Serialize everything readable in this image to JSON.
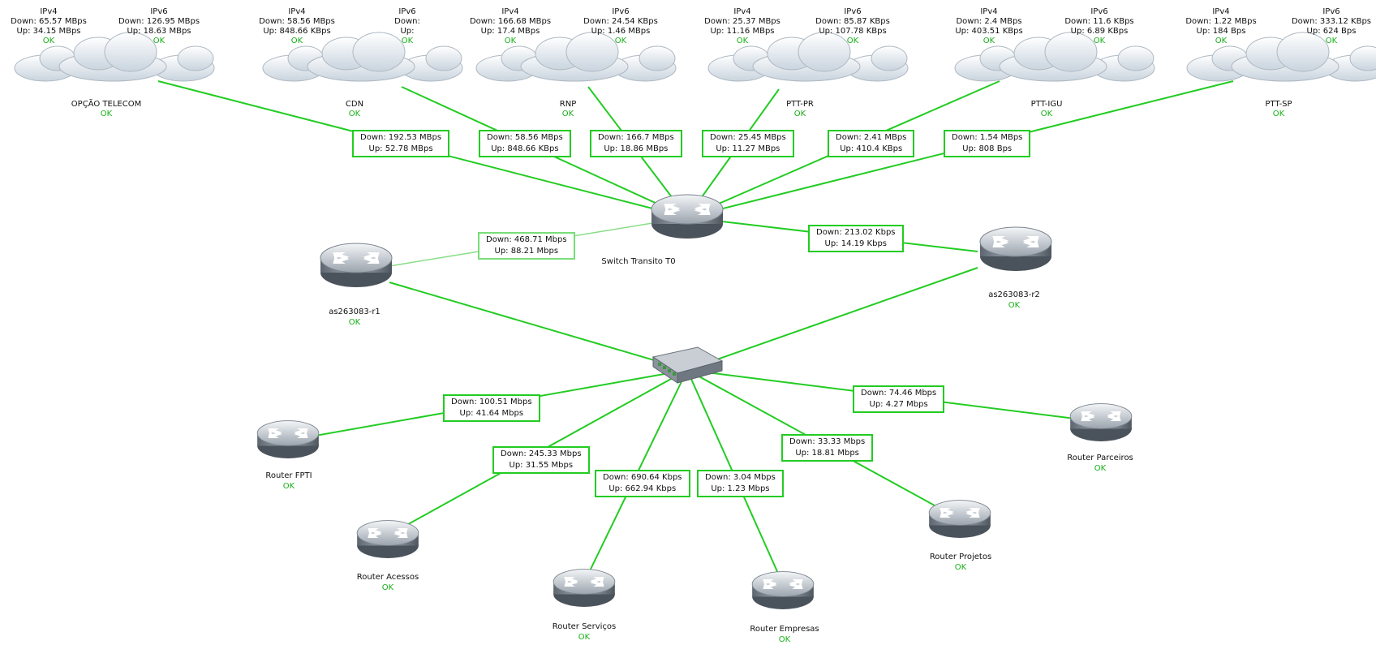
{
  "status_ok": "OK",
  "colors": {
    "link": "#22cc22",
    "link_light": "#88dd88",
    "ok": "#16b016"
  },
  "clouds": [
    {
      "name": "OPÇÃO TELECOM",
      "status": "OK",
      "v4": {
        "label": "IPv4",
        "down": "Down: 65.57 MBps",
        "up": "Up: 34.15 MBps",
        "status": "OK"
      },
      "v6": {
        "label": "IPv6",
        "down": "Down: 126.95 MBps",
        "up": "Up: 18.63 MBps",
        "status": "OK"
      }
    },
    {
      "name": "CDN",
      "status": "OK",
      "v4": {
        "label": "IPv4",
        "down": "Down: 58.56 MBps",
        "up": "Up: 848.66 KBps",
        "status": "OK"
      },
      "v6": {
        "label": "IPv6",
        "down": "Down:",
        "up": "Up:",
        "status": "OK"
      }
    },
    {
      "name": "RNP",
      "status": "OK",
      "v4": {
        "label": "IPv4",
        "down": "Down: 166.68 MBps",
        "up": "Up: 17.4 MBps",
        "status": "OK"
      },
      "v6": {
        "label": "IPv6",
        "down": "Down: 24.54 KBps",
        "up": "Up: 1.46 MBps",
        "status": "OK"
      }
    },
    {
      "name": "PTT-PR",
      "status": "OK",
      "v4": {
        "label": "IPv4",
        "down": "Down: 25.37 MBps",
        "up": "Up: 11.16 MBps",
        "status": "OK"
      },
      "v6": {
        "label": "IPv6",
        "down": "Down: 85.87 KBps",
        "up": "Up: 107.78 KBps",
        "status": "OK"
      }
    },
    {
      "name": "PTT-IGU",
      "status": "OK",
      "v4": {
        "label": "IPv4",
        "down": "Down: 2.4 MBps",
        "up": "Up: 403.51 KBps",
        "status": "OK"
      },
      "v6": {
        "label": "IPv6",
        "down": "Down: 11.6 KBps",
        "up": "Up: 6.89 KBps",
        "status": "OK"
      }
    },
    {
      "name": "PTT-SP",
      "status": "OK",
      "v4": {
        "label": "IPv4",
        "down": "Down: 1.22 MBps",
        "up": "Up: 184 Bps",
        "status": "OK"
      },
      "v6": {
        "label": "IPv6",
        "down": "Down: 333.12 KBps",
        "up": "Up: 624 Bps",
        "status": "OK"
      }
    }
  ],
  "devices": {
    "switch_t0": {
      "name": "Switch Transito T0"
    },
    "r1": {
      "name": "as263083-r1",
      "status": "OK"
    },
    "r2": {
      "name": "as263083-r2",
      "status": "OK"
    },
    "fpti": {
      "name": "Router FPTI",
      "status": "OK"
    },
    "acessos": {
      "name": "Router Acessos",
      "status": "OK"
    },
    "servicos": {
      "name": "Router Serviços",
      "status": "OK"
    },
    "empresas": {
      "name": "Router Empresas",
      "status": "OK"
    },
    "projetos": {
      "name": "Router Projetos",
      "status": "OK"
    },
    "parceiros": {
      "name": "Router Parceiros",
      "status": "OK"
    }
  },
  "links": {
    "opcao": {
      "down": "Down: 192.53 MBps",
      "up": "Up: 52.78 MBps"
    },
    "cdn": {
      "down": "Down: 58.56 MBps",
      "up": "Up: 848.66 KBps"
    },
    "rnp": {
      "down": "Down: 166.7 MBps",
      "up": "Up: 18.86 MBps"
    },
    "pttpr": {
      "down": "Down: 25.45 MBps",
      "up": "Up: 11.27 MBps"
    },
    "pttigu": {
      "down": "Down: 2.41 MBps",
      "up": "Up: 410.4 KBps"
    },
    "pttsp": {
      "down": "Down: 1.54 MBps",
      "up": "Up: 808 Bps"
    },
    "r1": {
      "down": "Down: 468.71 Mbps",
      "up": "Up: 88.21 Mbps"
    },
    "r2": {
      "down": "Down: 213.02 Kbps",
      "up": "Up: 14.19 Kbps"
    },
    "fpti": {
      "down": "Down: 100.51 Mbps",
      "up": "Up: 41.64 Mbps"
    },
    "acessos": {
      "down": "Down: 245.33 Mbps",
      "up": "Up: 31.55 Mbps"
    },
    "servicos": {
      "down": "Down: 690.64 Kbps",
      "up": "Up: 662.94 Kbps"
    },
    "empresas": {
      "down": "Down: 3.04 Mbps",
      "up": "Up: 1.23 Mbps"
    },
    "projetos": {
      "down": "Down: 33.33 Mbps",
      "up": "Up: 18.81 Mbps"
    },
    "parceiros": {
      "down": "Down: 74.46 Mbps",
      "up": "Up: 4.27 Mbps"
    }
  }
}
